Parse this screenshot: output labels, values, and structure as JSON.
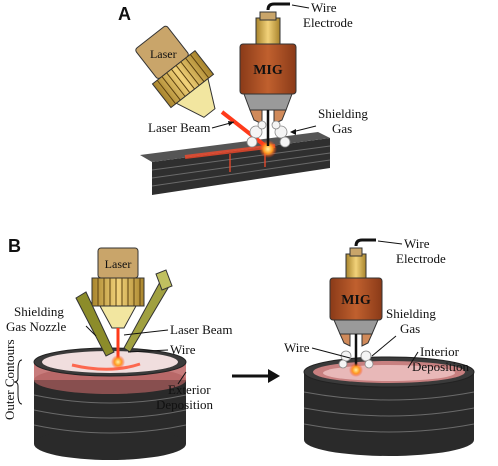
{
  "panels": {
    "a": {
      "letter": "A",
      "labels": {
        "wire_electrode_1": "Wire",
        "wire_electrode_2": "Electrode",
        "mig": "MIG",
        "laser": "Laser",
        "laser_beam": "Laser Beam",
        "shielding_gas_1": "Shielding",
        "shielding_gas_2": "Gas"
      }
    },
    "b": {
      "letter": "B",
      "left": {
        "laser": "Laser",
        "shielding_gas_nozzle_1": "Shielding",
        "shielding_gas_nozzle_2": "Gas Nozzle",
        "laser_beam": "Laser Beam",
        "wire": "Wire",
        "outer_contours": "Outer Contours",
        "exterior_deposition_1": "Exterior",
        "exterior_deposition_2": "Deposition"
      },
      "right": {
        "wire_electrode_1": "Wire",
        "wire_electrode_2": "Electrode",
        "mig": "MIG",
        "shielding_gas_1": "Shielding",
        "shielding_gas_2": "Gas",
        "wire": "Wire",
        "interior_deposition_1": "Interior",
        "interior_deposition_2": "Deposition"
      }
    }
  },
  "colors": {
    "mig_body": "#b3542a",
    "laser_gold": "#e0b64a",
    "laser_body": "#c9a56a",
    "beam": "#ff3a1a",
    "substrate": "#3a3a3a",
    "gas_nozzle": "#8c8c2a"
  }
}
